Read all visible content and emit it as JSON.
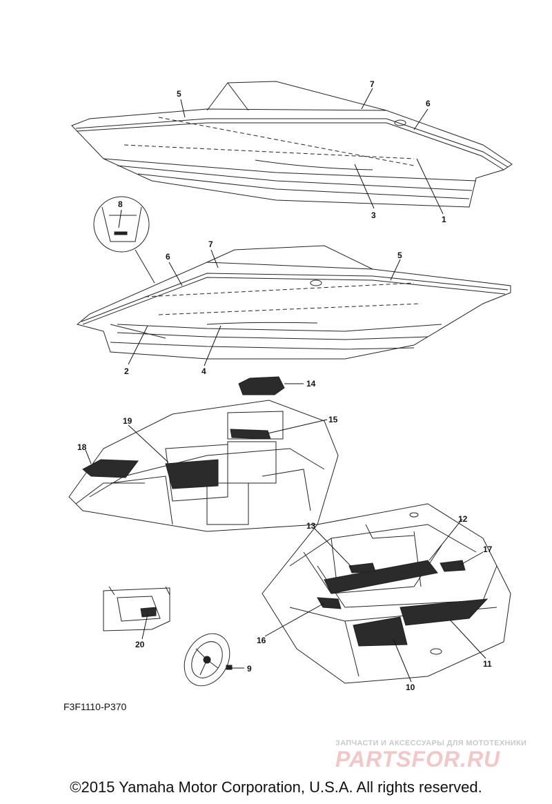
{
  "callouts": {
    "c1": "1",
    "c2": "2",
    "c3": "3",
    "c4": "4",
    "c5a": "5",
    "c5b": "5",
    "c6a": "6",
    "c6b": "6",
    "c7a": "7",
    "c7b": "7",
    "c8": "8",
    "c9": "9",
    "c10": "10",
    "c11": "11",
    "c12": "12",
    "c13": "13",
    "c14": "14",
    "c15": "15",
    "c16": "16",
    "c17": "17",
    "c18": "18",
    "c19": "19",
    "c20": "20"
  },
  "part_code": "F3F1110-P370",
  "copyright": "©2015 Yamaha Motor Corporation, U.S.A. All rights reserved.",
  "watermark": {
    "tagline": "ЗАПЧАСТИ И АКСЕССУАРЫ ДЛЯ МОТОТЕХНИКИ",
    "brand": "PARTSFOR.RU"
  },
  "colors": {
    "line": "#222222",
    "mat": "#2b2b2b",
    "watermark": "#f2c7c7"
  }
}
